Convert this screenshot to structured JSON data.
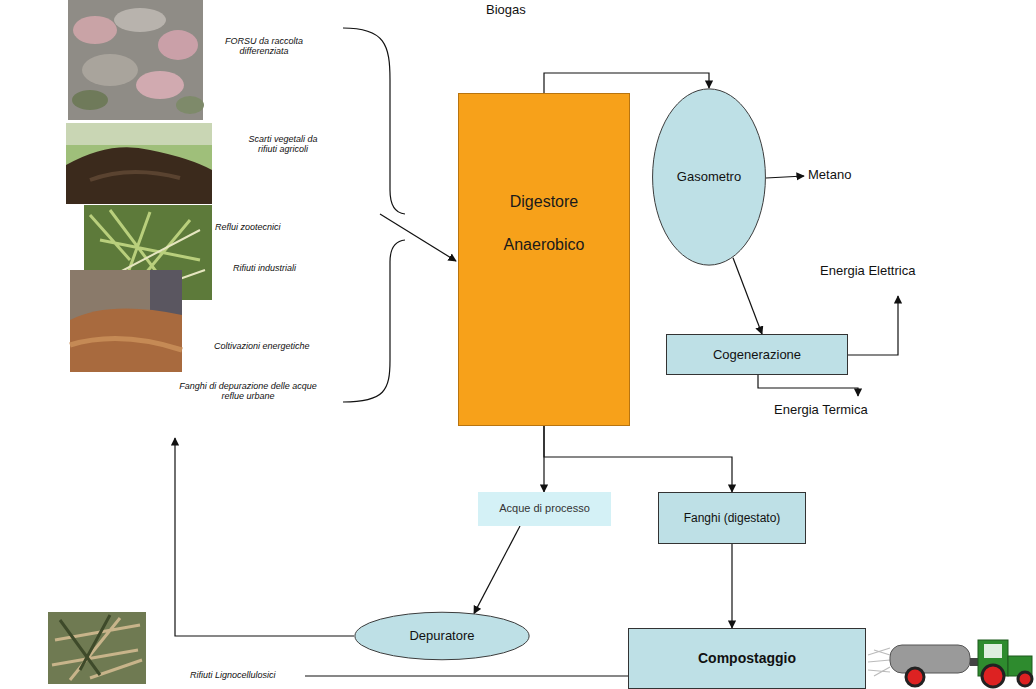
{
  "diagram": {
    "nodes": [
      {
        "text": [
          "Digestore Anaerobico"
        ]
      },
      {
        "text": [
          "Gasometro"
        ]
      },
      {
        "text": [
          "Cogenerazione"
        ]
      },
      {
        "text": [
          "Acque di processo"
        ]
      },
      {
        "text": [
          "Fanghi (digestato)"
        ]
      },
      {
        "text": [
          "Depuratore"
        ]
      },
      {
        "text": [
          "Compostaggio"
        ]
      }
    ],
    "edges": [
      {
        "from": 0,
        "to": 1,
        "arrow": "to"
      },
      {
        "from": 1,
        "to": 2,
        "arrow": "to"
      },
      {
        "from": 0,
        "to": 3,
        "arrow": "to"
      },
      {
        "from": 0,
        "to": 4,
        "arrow": "to"
      },
      {
        "from": 3,
        "to": 5,
        "arrow": "to"
      },
      {
        "from": 4,
        "to": 6,
        "arrow": "to"
      }
    ],
    "labels": [
      "Biogas",
      "FORSU da raccolta differenziata",
      "Scarti vegetali da rifiuti agricoli",
      "Reflui zootecnici",
      "Rifiuti industriali",
      "Coltivazioni energetiche",
      "Fanghi di depurazione delle acque reflue urbane",
      "Metano",
      "Energia Elettrica",
      "Energia Termica",
      "Rifiuti Lignocellulosici"
    ]
  }
}
